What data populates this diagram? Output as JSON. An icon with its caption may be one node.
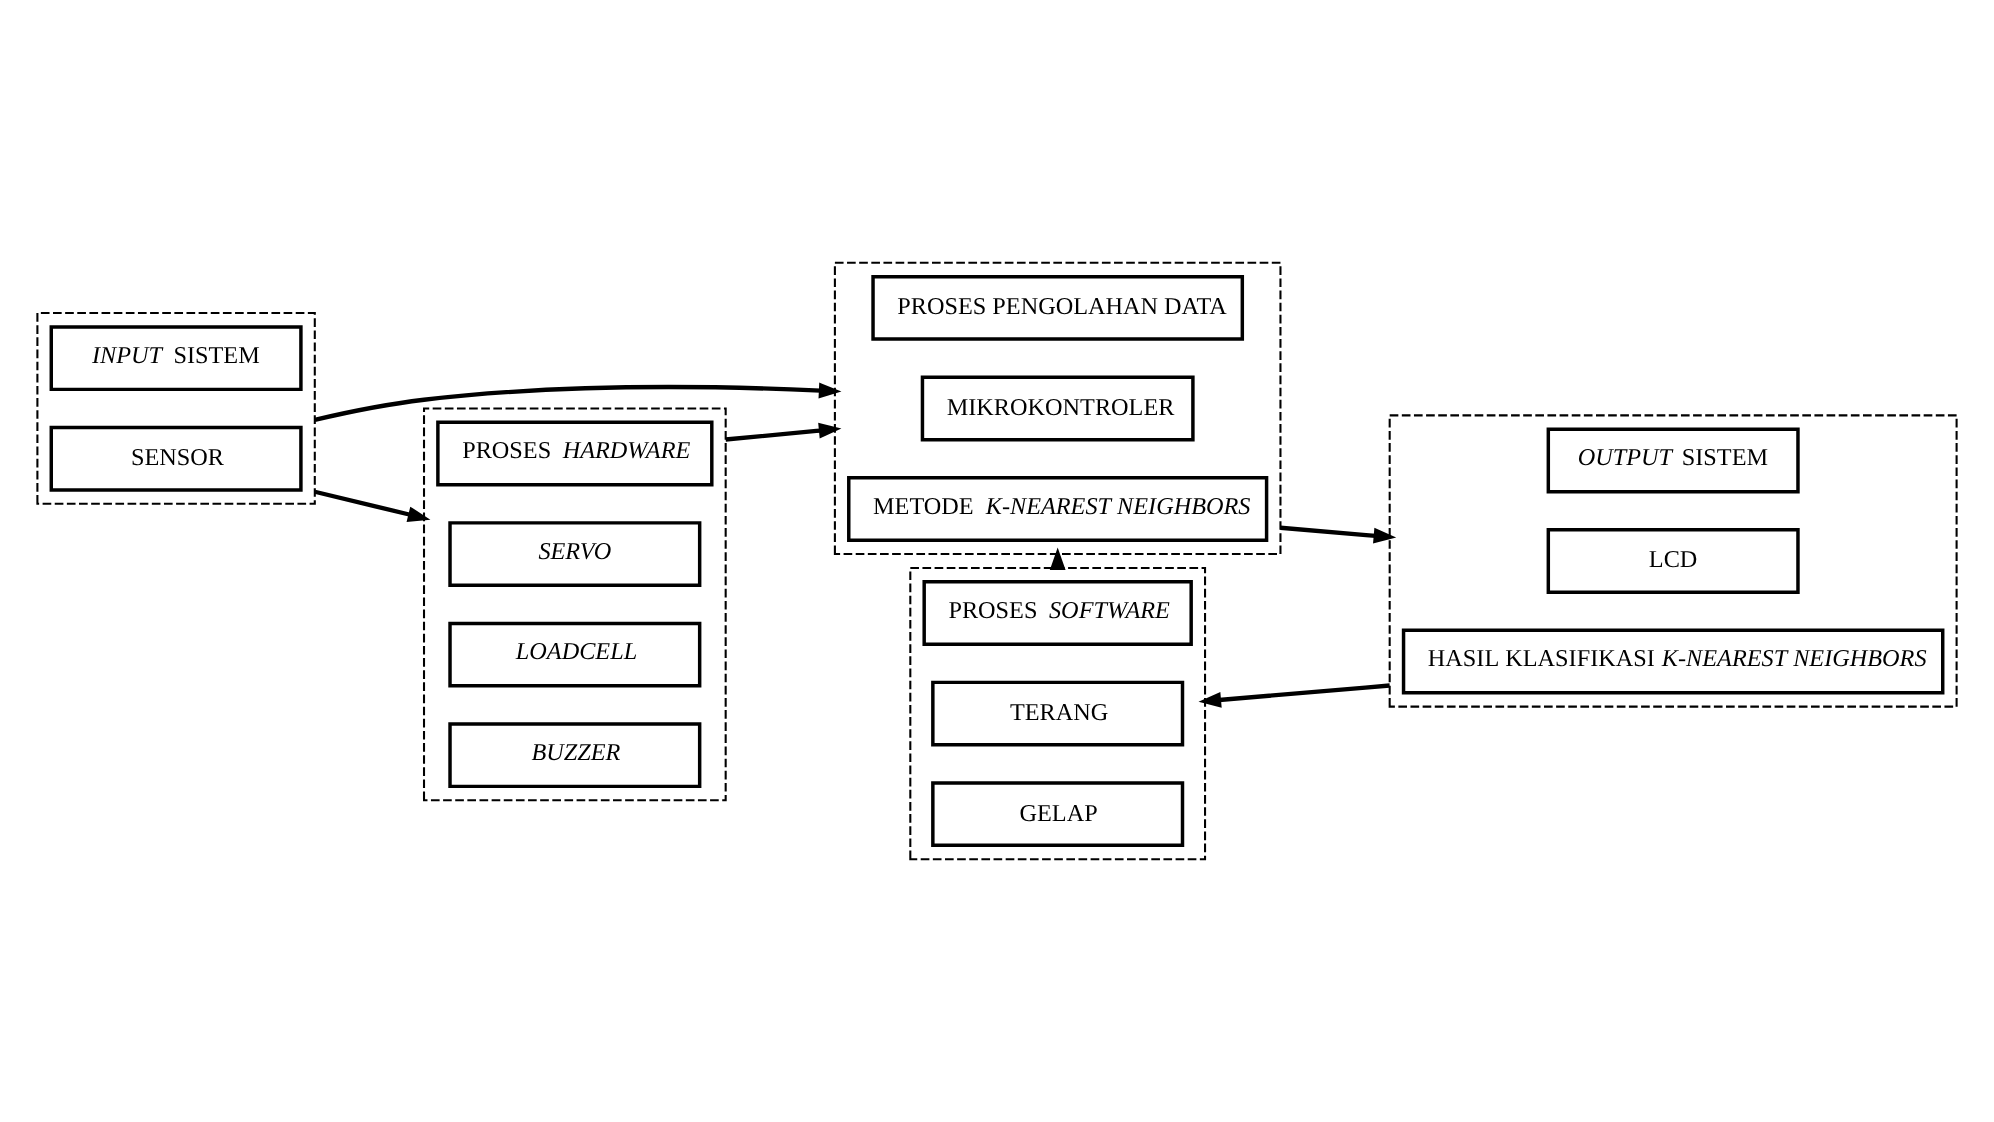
{
  "diagram": {
    "nodes": [
      {
        "text": [],
        "shape": "box"
      },
      {
        "text": [
          "*INPUT* SISTEM"
        ],
        "in": 0
      },
      {
        "text": [
          "SENSOR"
        ],
        "in": 0
      },
      {
        "text": [],
        "shape": "box"
      },
      {
        "text": [
          "PROSES PENGOLAHAN DATA"
        ],
        "in": 3
      },
      {
        "text": [
          "MIKROKONTROLER"
        ],
        "in": 3
      },
      {
        "text": [
          "METODE *K-NEAREST NEIGHBORS*"
        ],
        "in": 3
      },
      {
        "text": [],
        "shape": "box"
      },
      {
        "text": [
          "*OUTPUT* SISTEM"
        ],
        "in": 7
      },
      {
        "text": [
          "LCD"
        ],
        "in": 7
      },
      {
        "text": [
          "HASIL KLASIFIKASI *K-NEAREST NEIGHBORS*"
        ],
        "in": 7
      },
      {
        "text": [],
        "shape": "box"
      },
      {
        "text": [
          "PROSES *HARDWARE*"
        ],
        "in": 11
      },
      {
        "text": [
          "*SERVO*"
        ],
        "in": 11
      },
      {
        "text": [
          "*LOADCELL*"
        ],
        "in": 11
      },
      {
        "text": [
          "*BUZZER*"
        ],
        "in": 11
      },
      {
        "text": [],
        "shape": "box"
      },
      {
        "text": [
          "PROSES *SOFTWARE*"
        ],
        "in": 16
      },
      {
        "text": [
          "TERANG"
        ],
        "in": 16
      },
      {
        "text": [
          "GELAP"
        ],
        "in": 16
      }
    ],
    "edges": [
      {
        "from": 0,
        "to": 3,
        "arrow": "to"
      },
      {
        "from": 3,
        "to": 7,
        "arrow": "to"
      },
      {
        "from": 0,
        "to": 11,
        "arrow": "to"
      },
      {
        "from": 11,
        "to": 3,
        "arrow": "to"
      },
      {
        "from": 16,
        "to": 3,
        "arrow": "to"
      },
      {
        "from": 7,
        "to": 16,
        "arrow": "to"
      }
    ]
  }
}
